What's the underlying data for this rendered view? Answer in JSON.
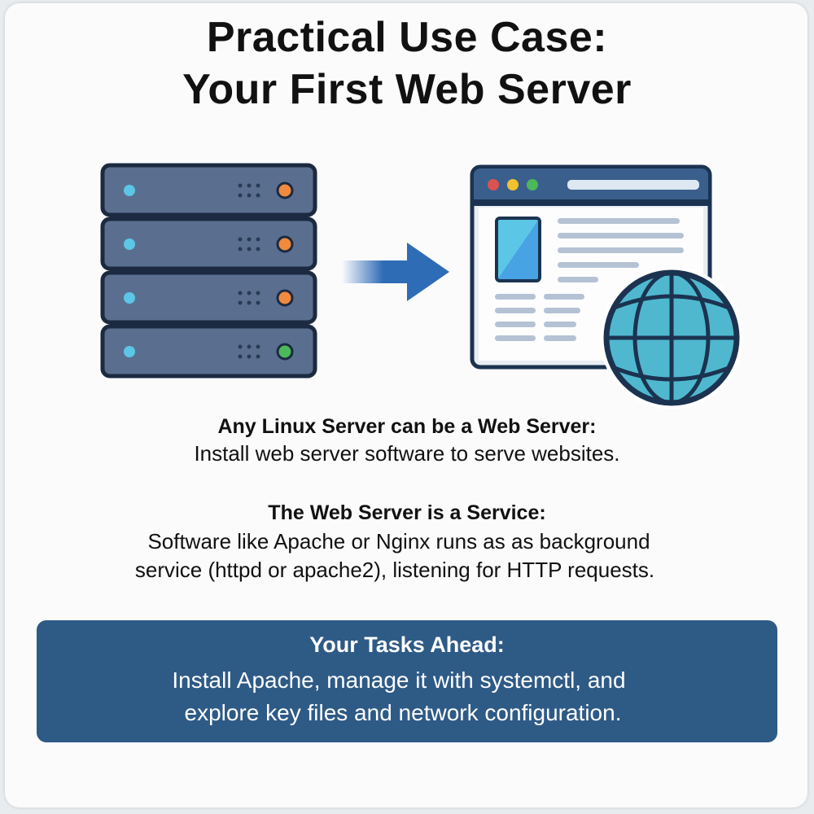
{
  "title": {
    "line1": "Practical Use Case:",
    "line2": "Your First Web Server"
  },
  "illustration": {
    "left": "server-rack-icon",
    "middle": "arrow-right-icon",
    "right": "browser-window-icon",
    "badge": "globe-icon",
    "led_colors": [
      "#f08a3c",
      "#f08a3c",
      "#f08a3c",
      "#4cb85a"
    ],
    "accent": "#2e5a86"
  },
  "section1": {
    "heading": "Any Linux Server can be a Web Server:",
    "text": "Install web server software to serve websites."
  },
  "section2": {
    "heading": "The Web Server is a Service:",
    "line1": "Software like Apache or Nginx runs as as background",
    "line2": "service (httpd or apache2), listening for HTTP requests."
  },
  "tasks": {
    "heading": "Your Tasks Ahead:",
    "line1": "Install Apache, manage it with systemctl, and",
    "line2": "explore key files and network configuration."
  }
}
